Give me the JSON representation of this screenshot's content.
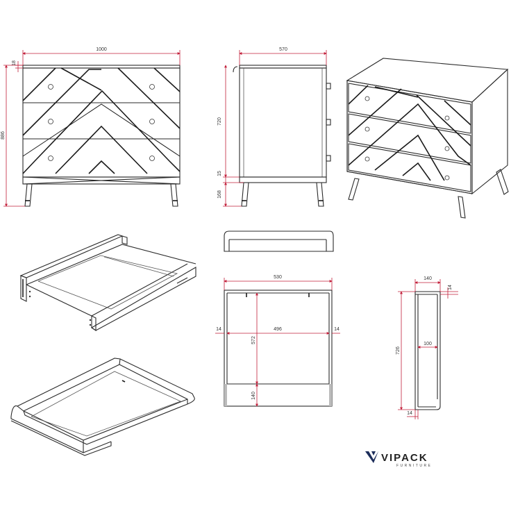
{
  "dimensions": {
    "front_width": "1000",
    "top_thickness": "18",
    "total_height": "886",
    "side_depth": "570",
    "body_height": "720",
    "base_gap": "15",
    "leg_height": "168",
    "tray_width": "530",
    "tray_inner": "496",
    "tray_wall_left": "14",
    "tray_wall_right": "14",
    "tray_length": "572",
    "tray_end": "140",
    "section_top": "140",
    "section_top_thickness": "14",
    "section_mid": "100",
    "section_height": "726",
    "section_bottom": "14"
  },
  "brand": {
    "name": "VIPACK",
    "tagline": "FURNITURE"
  }
}
